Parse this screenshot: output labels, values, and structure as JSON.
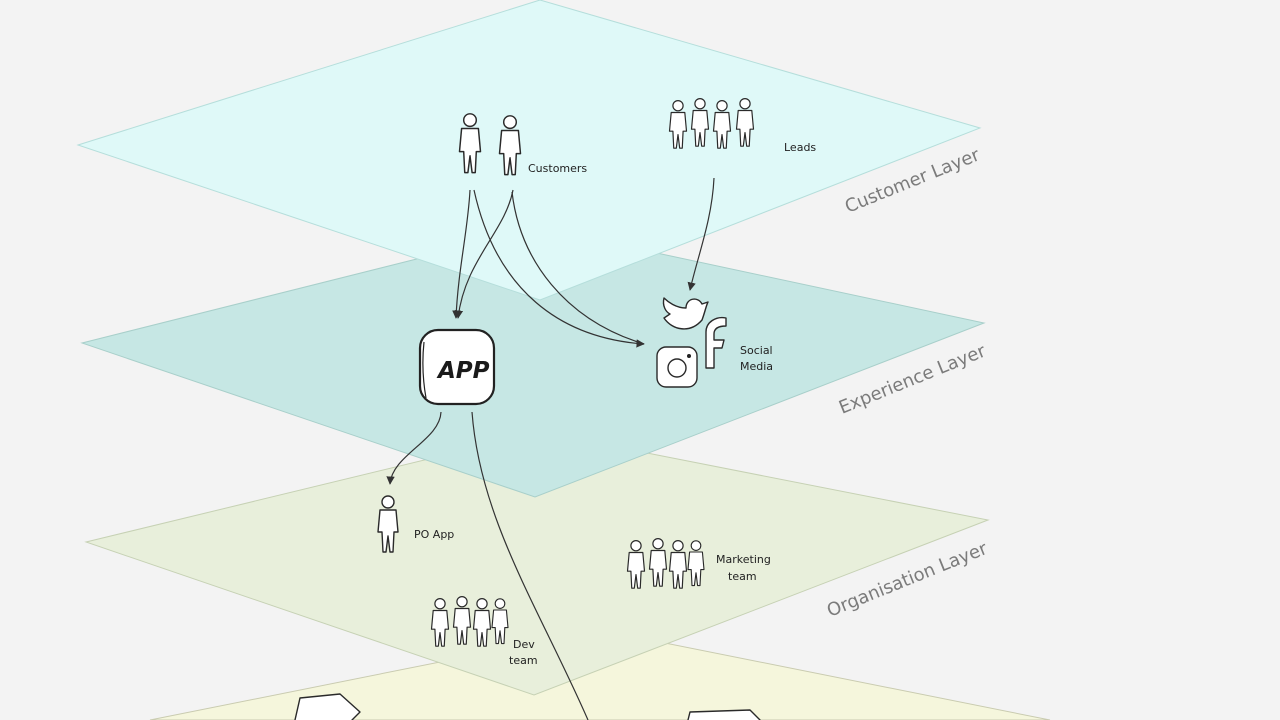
{
  "layers": {
    "customer": {
      "label": "Customer Layer",
      "color": "#dff9f8"
    },
    "experience": {
      "label": "Experience Layer",
      "color": "#c6e7e4"
    },
    "organisation": {
      "label": "Organisation Layer",
      "color": "#e8efdb"
    },
    "bottom": {
      "color": "#f5f6dc"
    }
  },
  "nodes": {
    "customers": "Customers",
    "leads": "Leads",
    "app": "APP",
    "social_media_line1": "Social",
    "social_media_line2": "Media",
    "po_app": "PO App",
    "marketing_line1": "Marketing",
    "marketing_line2": "team",
    "dev_line1": "Dev",
    "dev_line2": "team"
  },
  "icons": {
    "person": "person-icon",
    "group": "people-group-icon",
    "app": "app-icon",
    "twitter": "twitter-icon",
    "instagram": "instagram-icon",
    "facebook": "facebook-icon"
  },
  "edges": [
    {
      "from": "Customers",
      "to": "APP"
    },
    {
      "from": "Customers",
      "to": "Social Media"
    },
    {
      "from": "Leads",
      "to": "Social Media"
    },
    {
      "from": "APP",
      "to": "PO App"
    },
    {
      "from": "APP",
      "to": "bottom layer"
    }
  ]
}
